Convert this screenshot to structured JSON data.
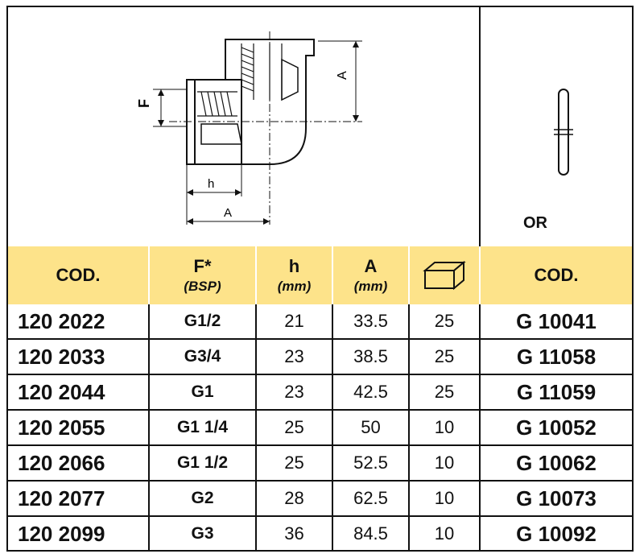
{
  "diagram": {
    "label_f": "F",
    "label_a_right": "A",
    "label_h": "h",
    "label_a_bottom": "A",
    "icon": "elbow-fitting-drawing"
  },
  "oring": {
    "label": "OR",
    "icon": "o-ring-icon"
  },
  "table": {
    "headers": {
      "cod_left": "COD.",
      "f_main": "F*",
      "f_sub": "(BSP)",
      "h_main": "h",
      "h_sub": "(mm)",
      "a_main": "A",
      "a_sub": "(mm)",
      "box_icon": "box-icon",
      "cod_right": "COD."
    },
    "rows": [
      [
        "120 2022",
        "G1/2",
        "21",
        "33.5",
        "25",
        "G 10041"
      ],
      [
        "120 2033",
        "G3/4",
        "23",
        "38.5",
        "25",
        "G 11058"
      ],
      [
        "120 2044",
        "G1",
        "23",
        "42.5",
        "25",
        "G 11059"
      ],
      [
        "120 2055",
        "G1 1/4",
        "25",
        "50",
        "10",
        "G 10052"
      ],
      [
        "120 2066",
        "G1 1/2",
        "25",
        "52.5",
        "10",
        "G 10062"
      ],
      [
        "120 2077",
        "G2",
        "28",
        "62.5",
        "10",
        "G 10073"
      ],
      [
        "120 2099",
        "G3",
        "36",
        "84.5",
        "10",
        "G 10092"
      ]
    ]
  },
  "colors": {
    "header_bg": "#fde38a",
    "line": "#111111"
  }
}
